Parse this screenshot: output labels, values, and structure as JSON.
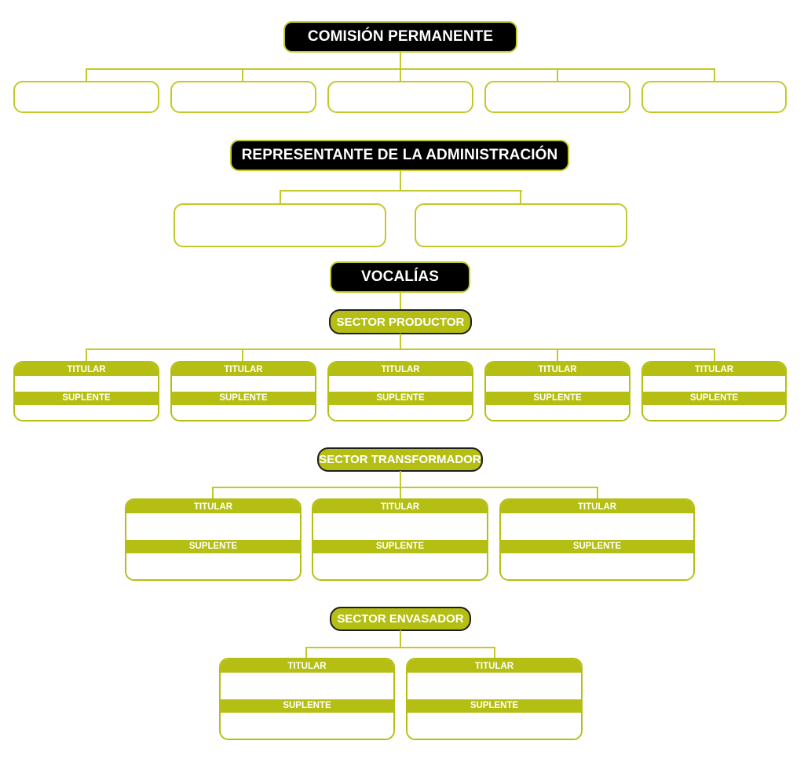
{
  "theme": {
    "accent": "#b5bf13",
    "line": "#c3c92a",
    "dark": "#000000",
    "text_on_accent": "#ffffff"
  },
  "comision": {
    "title": "COMISIÓN PERMANENTE",
    "members": [
      "",
      "",
      "",
      "",
      ""
    ]
  },
  "representante": {
    "title": "REPRESENTANTE DE LA ADMINISTRACIÓN",
    "members": [
      "",
      ""
    ]
  },
  "vocalias": {
    "title": "VOCALÍAS",
    "sectors": [
      {
        "title": "SECTOR PRODUCTOR",
        "seats": [
          {
            "titular_label": "TITULAR",
            "titular": "",
            "suplente_label": "SUPLENTE",
            "suplente": ""
          },
          {
            "titular_label": "TITULAR",
            "titular": "",
            "suplente_label": "SUPLENTE",
            "suplente": ""
          },
          {
            "titular_label": "TITULAR",
            "titular": "",
            "suplente_label": "SUPLENTE",
            "suplente": ""
          },
          {
            "titular_label": "TITULAR",
            "titular": "",
            "suplente_label": "SUPLENTE",
            "suplente": ""
          },
          {
            "titular_label": "TITULAR",
            "titular": "",
            "suplente_label": "SUPLENTE",
            "suplente": ""
          }
        ]
      },
      {
        "title": "SECTOR TRANSFORMADOR",
        "seats": [
          {
            "titular_label": "TITULAR",
            "titular": "",
            "suplente_label": "SUPLENTE",
            "suplente": ""
          },
          {
            "titular_label": "TITULAR",
            "titular": "",
            "suplente_label": "SUPLENTE",
            "suplente": ""
          },
          {
            "titular_label": "TITULAR",
            "titular": "",
            "suplente_label": "SUPLENTE",
            "suplente": ""
          }
        ]
      },
      {
        "title": "SECTOR ENVASADOR",
        "seats": [
          {
            "titular_label": "TITULAR",
            "titular": "",
            "suplente_label": "SUPLENTE",
            "suplente": ""
          },
          {
            "titular_label": "TITULAR",
            "titular": "",
            "suplente_label": "SUPLENTE",
            "suplente": ""
          }
        ]
      }
    ]
  }
}
